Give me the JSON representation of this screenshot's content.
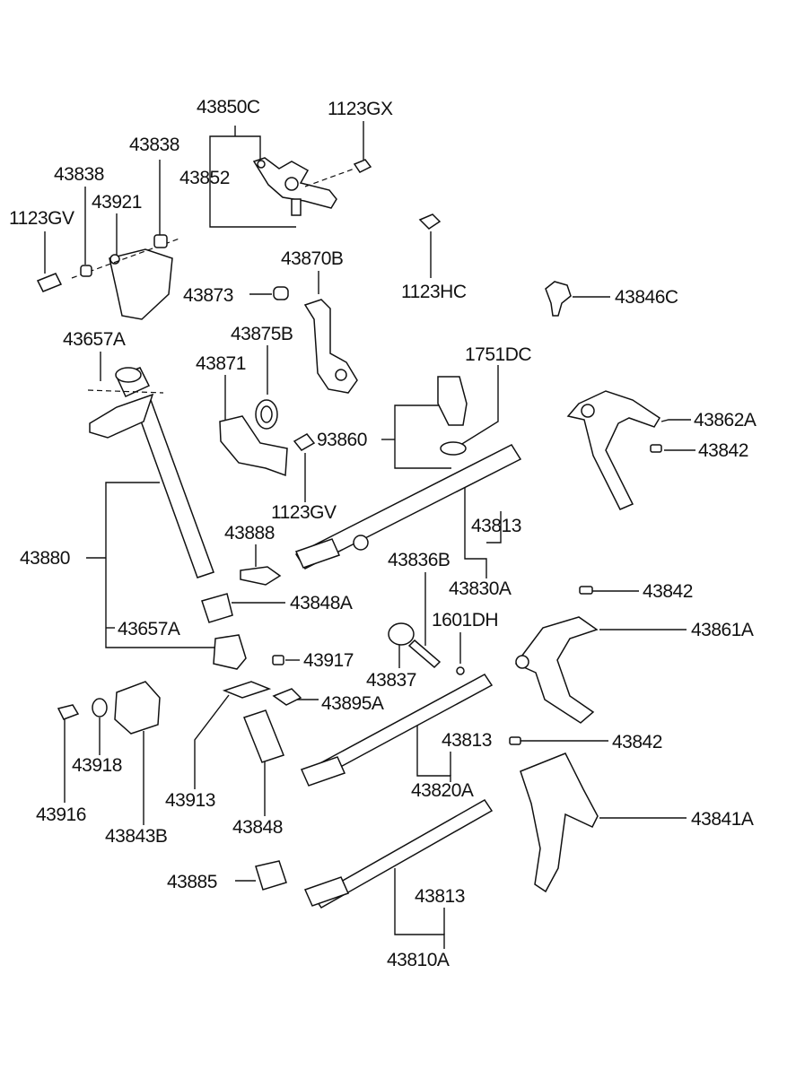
{
  "labels": {
    "p43850C": "43850C",
    "p1123GX": "1123GX",
    "p43838a": "43838",
    "p43838b": "43838",
    "p43852": "43852",
    "p43921": "43921",
    "p1123GVa": "1123GV",
    "p43870B": "43870B",
    "p43873": "43873",
    "p1123HC": "1123HC",
    "p43846C": "43846C",
    "p43657Aa": "43657A",
    "p43875B": "43875B",
    "p1751DC": "1751DC",
    "p43871": "43871",
    "p43862A": "43862A",
    "p93860": "93860",
    "p43842a": "43842",
    "p1123GVb": "1123GV",
    "p43813a": "43813",
    "p43888": "43888",
    "p43880": "43880",
    "p43836B": "43836B",
    "p43830A": "43830A",
    "p43848A": "43848A",
    "p43842b": "43842",
    "p1601DH": "1601DH",
    "p43657Ab": "43657A",
    "p43861A": "43861A",
    "p43917": "43917",
    "p43837": "43837",
    "p43895A": "43895A",
    "p43813b": "43813",
    "p43842c": "43842",
    "p43918": "43918",
    "p43916": "43916",
    "p43913": "43913",
    "p43820A": "43820A",
    "p43843B": "43843B",
    "p43841A": "43841A",
    "p43848": "43848",
    "p43885": "43885",
    "p43813c": "43813",
    "p43810A": "43810A"
  }
}
